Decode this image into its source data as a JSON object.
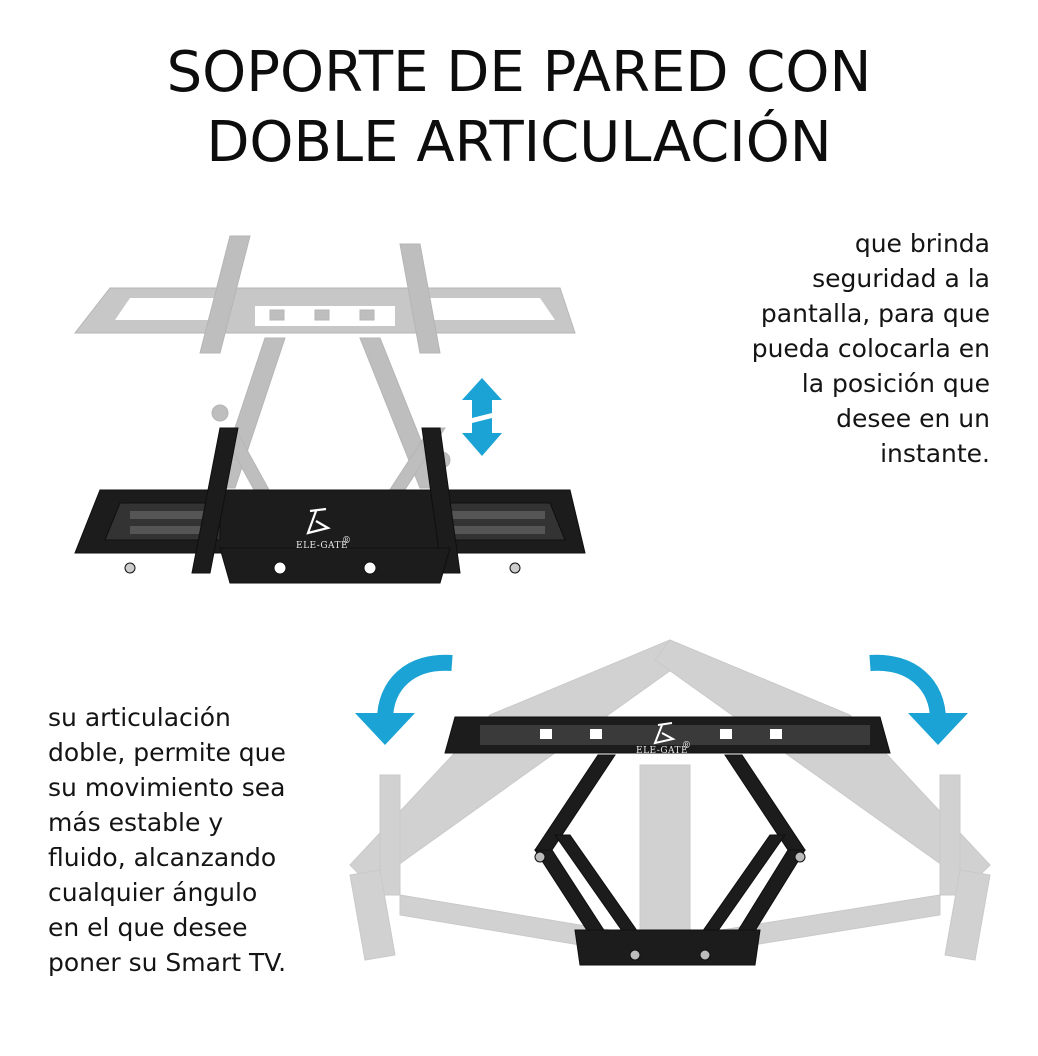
{
  "title": {
    "lines": [
      "SOPORTE DE PARED CON",
      "DOBLE ARTICULACIÓN"
    ]
  },
  "section_top": {
    "description_lines": [
      "que brinda",
      "seguridad a la",
      "pantalla, para que",
      "pueda colocarla en",
      "la posición que",
      "desee en un",
      "instante."
    ],
    "illustration": {
      "subject": "tv-wall-mount-vertical-extension",
      "indicator_icon": "up-down-arrow-icon",
      "brand": "ELE-GATE",
      "brand_mark": "®"
    }
  },
  "section_bottom": {
    "description_lines": [
      "su articulación",
      "doble, permite que",
      "su movimiento sea",
      "más estable y",
      "fluido, alcanzando",
      "cualquier ángulo",
      "en el que desee",
      "poner su Smart TV."
    ],
    "illustration": {
      "subject": "tv-wall-mount-swivel",
      "left_icon": "rotate-left-arrow-icon",
      "right_icon": "rotate-right-arrow-icon",
      "brand": "ELE-GATE",
      "brand_mark": "®"
    }
  },
  "colors": {
    "accent": "#1aa3d4",
    "text": "#111111",
    "mount_dark": "#1c1c1c",
    "mount_ghost": "#9a9a9a",
    "background": "#ffffff"
  }
}
